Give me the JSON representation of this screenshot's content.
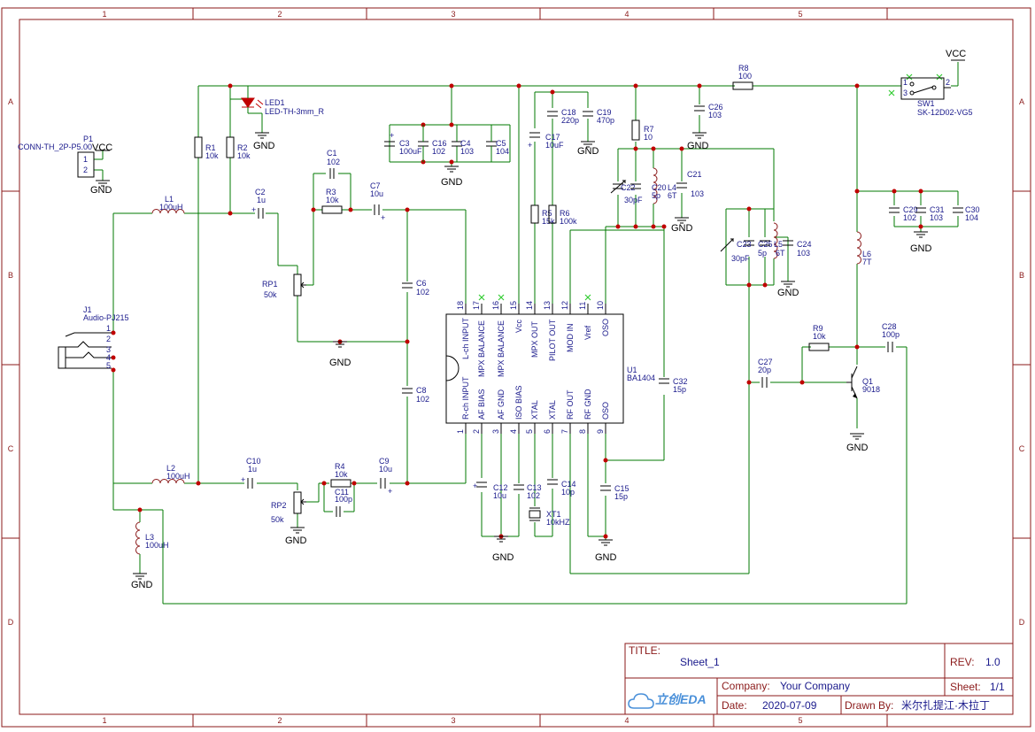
{
  "frame": {
    "columns": [
      "1",
      "2",
      "3",
      "4",
      "5"
    ],
    "rows": [
      "A",
      "B",
      "C",
      "D"
    ]
  },
  "title_block": {
    "title_label": "TITLE:",
    "title": "Sheet_1",
    "rev_label": "REV:",
    "rev": "1.0",
    "company_label": "Company:",
    "company": "Your Company",
    "sheet_label": "Sheet:",
    "sheet": "1/1",
    "date_label": "Date:",
    "date": "2020-07-09",
    "drawn_by_label": "Drawn By:",
    "drawn_by": "米尔扎提江·木拉丁",
    "logo": "立创EDA"
  },
  "net_labels": {
    "vcc": "VCC",
    "gnd": "GND"
  },
  "components": {
    "P1": {
      "ref": "P1",
      "value": "CONN-TH_2P-P5.00",
      "pins": [
        "1",
        "2"
      ]
    },
    "J1": {
      "ref": "J1",
      "value": "Audio-PJ215",
      "pins": [
        "1",
        "2",
        "3",
        "4",
        "5"
      ]
    },
    "LED1": {
      "ref": "LED1",
      "value": "LED-TH-3mm_R"
    },
    "R1": {
      "ref": "R1",
      "value": "10k"
    },
    "R2": {
      "ref": "R2",
      "value": "10k"
    },
    "R3": {
      "ref": "R3",
      "value": "10k"
    },
    "R4": {
      "ref": "R4",
      "value": "10k"
    },
    "R5": {
      "ref": "R5",
      "value": "15k"
    },
    "R6": {
      "ref": "R6",
      "value": "100k"
    },
    "R7": {
      "ref": "R7",
      "value": "10"
    },
    "R8": {
      "ref": "R8",
      "value": "100"
    },
    "R9": {
      "ref": "R9",
      "value": "10k"
    },
    "RP1": {
      "ref": "RP1",
      "value": "50k"
    },
    "RP2": {
      "ref": "RP2",
      "value": "50k"
    },
    "L1": {
      "ref": "L1",
      "value": "100uH"
    },
    "L2": {
      "ref": "L2",
      "value": "100uH"
    },
    "L3": {
      "ref": "L3",
      "value": "100uH"
    },
    "L4": {
      "ref": "L4",
      "value": "6T"
    },
    "L5": {
      "ref": "L5",
      "value": "6T"
    },
    "L6": {
      "ref": "L6",
      "value": "7T"
    },
    "C1": {
      "ref": "C1",
      "value": "102"
    },
    "C2": {
      "ref": "C2",
      "value": "1u"
    },
    "C3": {
      "ref": "C3",
      "value": "100uF"
    },
    "C4": {
      "ref": "C4",
      "value": "103"
    },
    "C5": {
      "ref": "C5",
      "value": "104"
    },
    "C6": {
      "ref": "C6",
      "value": "102"
    },
    "C7": {
      "ref": "C7",
      "value": "10u"
    },
    "C8": {
      "ref": "C8",
      "value": "102"
    },
    "C9": {
      "ref": "C9",
      "value": "10u"
    },
    "C10": {
      "ref": "C10",
      "value": "1u"
    },
    "C11": {
      "ref": "C11",
      "value": "100p"
    },
    "C12": {
      "ref": "C12",
      "value": "10u"
    },
    "C13": {
      "ref": "C13",
      "value": "102"
    },
    "C14": {
      "ref": "C14",
      "value": "10p"
    },
    "C15": {
      "ref": "C15",
      "value": "15p"
    },
    "C16": {
      "ref": "C16",
      "value": "102"
    },
    "C17": {
      "ref": "C17",
      "value": "10uF"
    },
    "C18": {
      "ref": "C18",
      "value": "220p"
    },
    "C19": {
      "ref": "C19",
      "value": "470p"
    },
    "C20": {
      "ref": "C20",
      "value": "5p"
    },
    "C21": {
      "ref": "C21",
      "value": "103"
    },
    "C22": {
      "ref": "C22",
      "value": "30pF"
    },
    "C23": {
      "ref": "C23",
      "value": "30pF"
    },
    "C24": {
      "ref": "C24",
      "value": "103"
    },
    "C25": {
      "ref": "C25",
      "value": "5p"
    },
    "C26": {
      "ref": "C26",
      "value": "103"
    },
    "C27": {
      "ref": "C27",
      "value": "20p"
    },
    "C28": {
      "ref": "C28",
      "value": "100p"
    },
    "C29": {
      "ref": "C29",
      "value": "102"
    },
    "C30": {
      "ref": "C30",
      "value": "104"
    },
    "C31": {
      "ref": "C31",
      "value": "103"
    },
    "C32": {
      "ref": "C32",
      "value": "15p"
    },
    "XT1": {
      "ref": "XT1",
      "value": "10kHZ"
    },
    "Q1": {
      "ref": "Q1",
      "value": "9018"
    },
    "SW1": {
      "ref": "SW1",
      "value": "SK-12D02-VG5",
      "pins": [
        "1",
        "2",
        "3"
      ]
    },
    "U1": {
      "ref": "U1",
      "value": "BA1404"
    }
  },
  "ic": {
    "top_pins": [
      {
        "num": "18",
        "name": "L-ch INPUT"
      },
      {
        "num": "17",
        "name": "MPX BALANCE"
      },
      {
        "num": "16",
        "name": "MPX BALANCE"
      },
      {
        "num": "15",
        "name": "Vcc"
      },
      {
        "num": "14",
        "name": "MPX OUT"
      },
      {
        "num": "13",
        "name": "PILOT OUT"
      },
      {
        "num": "12",
        "name": "MOD IN"
      },
      {
        "num": "11",
        "name": "Vref"
      },
      {
        "num": "10",
        "name": "OSO"
      }
    ],
    "bottom_pins": [
      {
        "num": "1",
        "name": "R-ch INPUT"
      },
      {
        "num": "2",
        "name": "AF BIAS"
      },
      {
        "num": "3",
        "name": "AF GND"
      },
      {
        "num": "4",
        "name": "ISO BIAS"
      },
      {
        "num": "5",
        "name": "XTAL"
      },
      {
        "num": "6",
        "name": "XTAL"
      },
      {
        "num": "7",
        "name": "RF OUT"
      },
      {
        "num": "8",
        "name": "RF GND"
      },
      {
        "num": "9",
        "name": "OSO"
      }
    ]
  },
  "colors": {
    "frame": "#8b1a1a",
    "wire": "#007a00",
    "text": "#1a1a8c",
    "junction": "#c00000",
    "noconnect": "#33cc33"
  }
}
